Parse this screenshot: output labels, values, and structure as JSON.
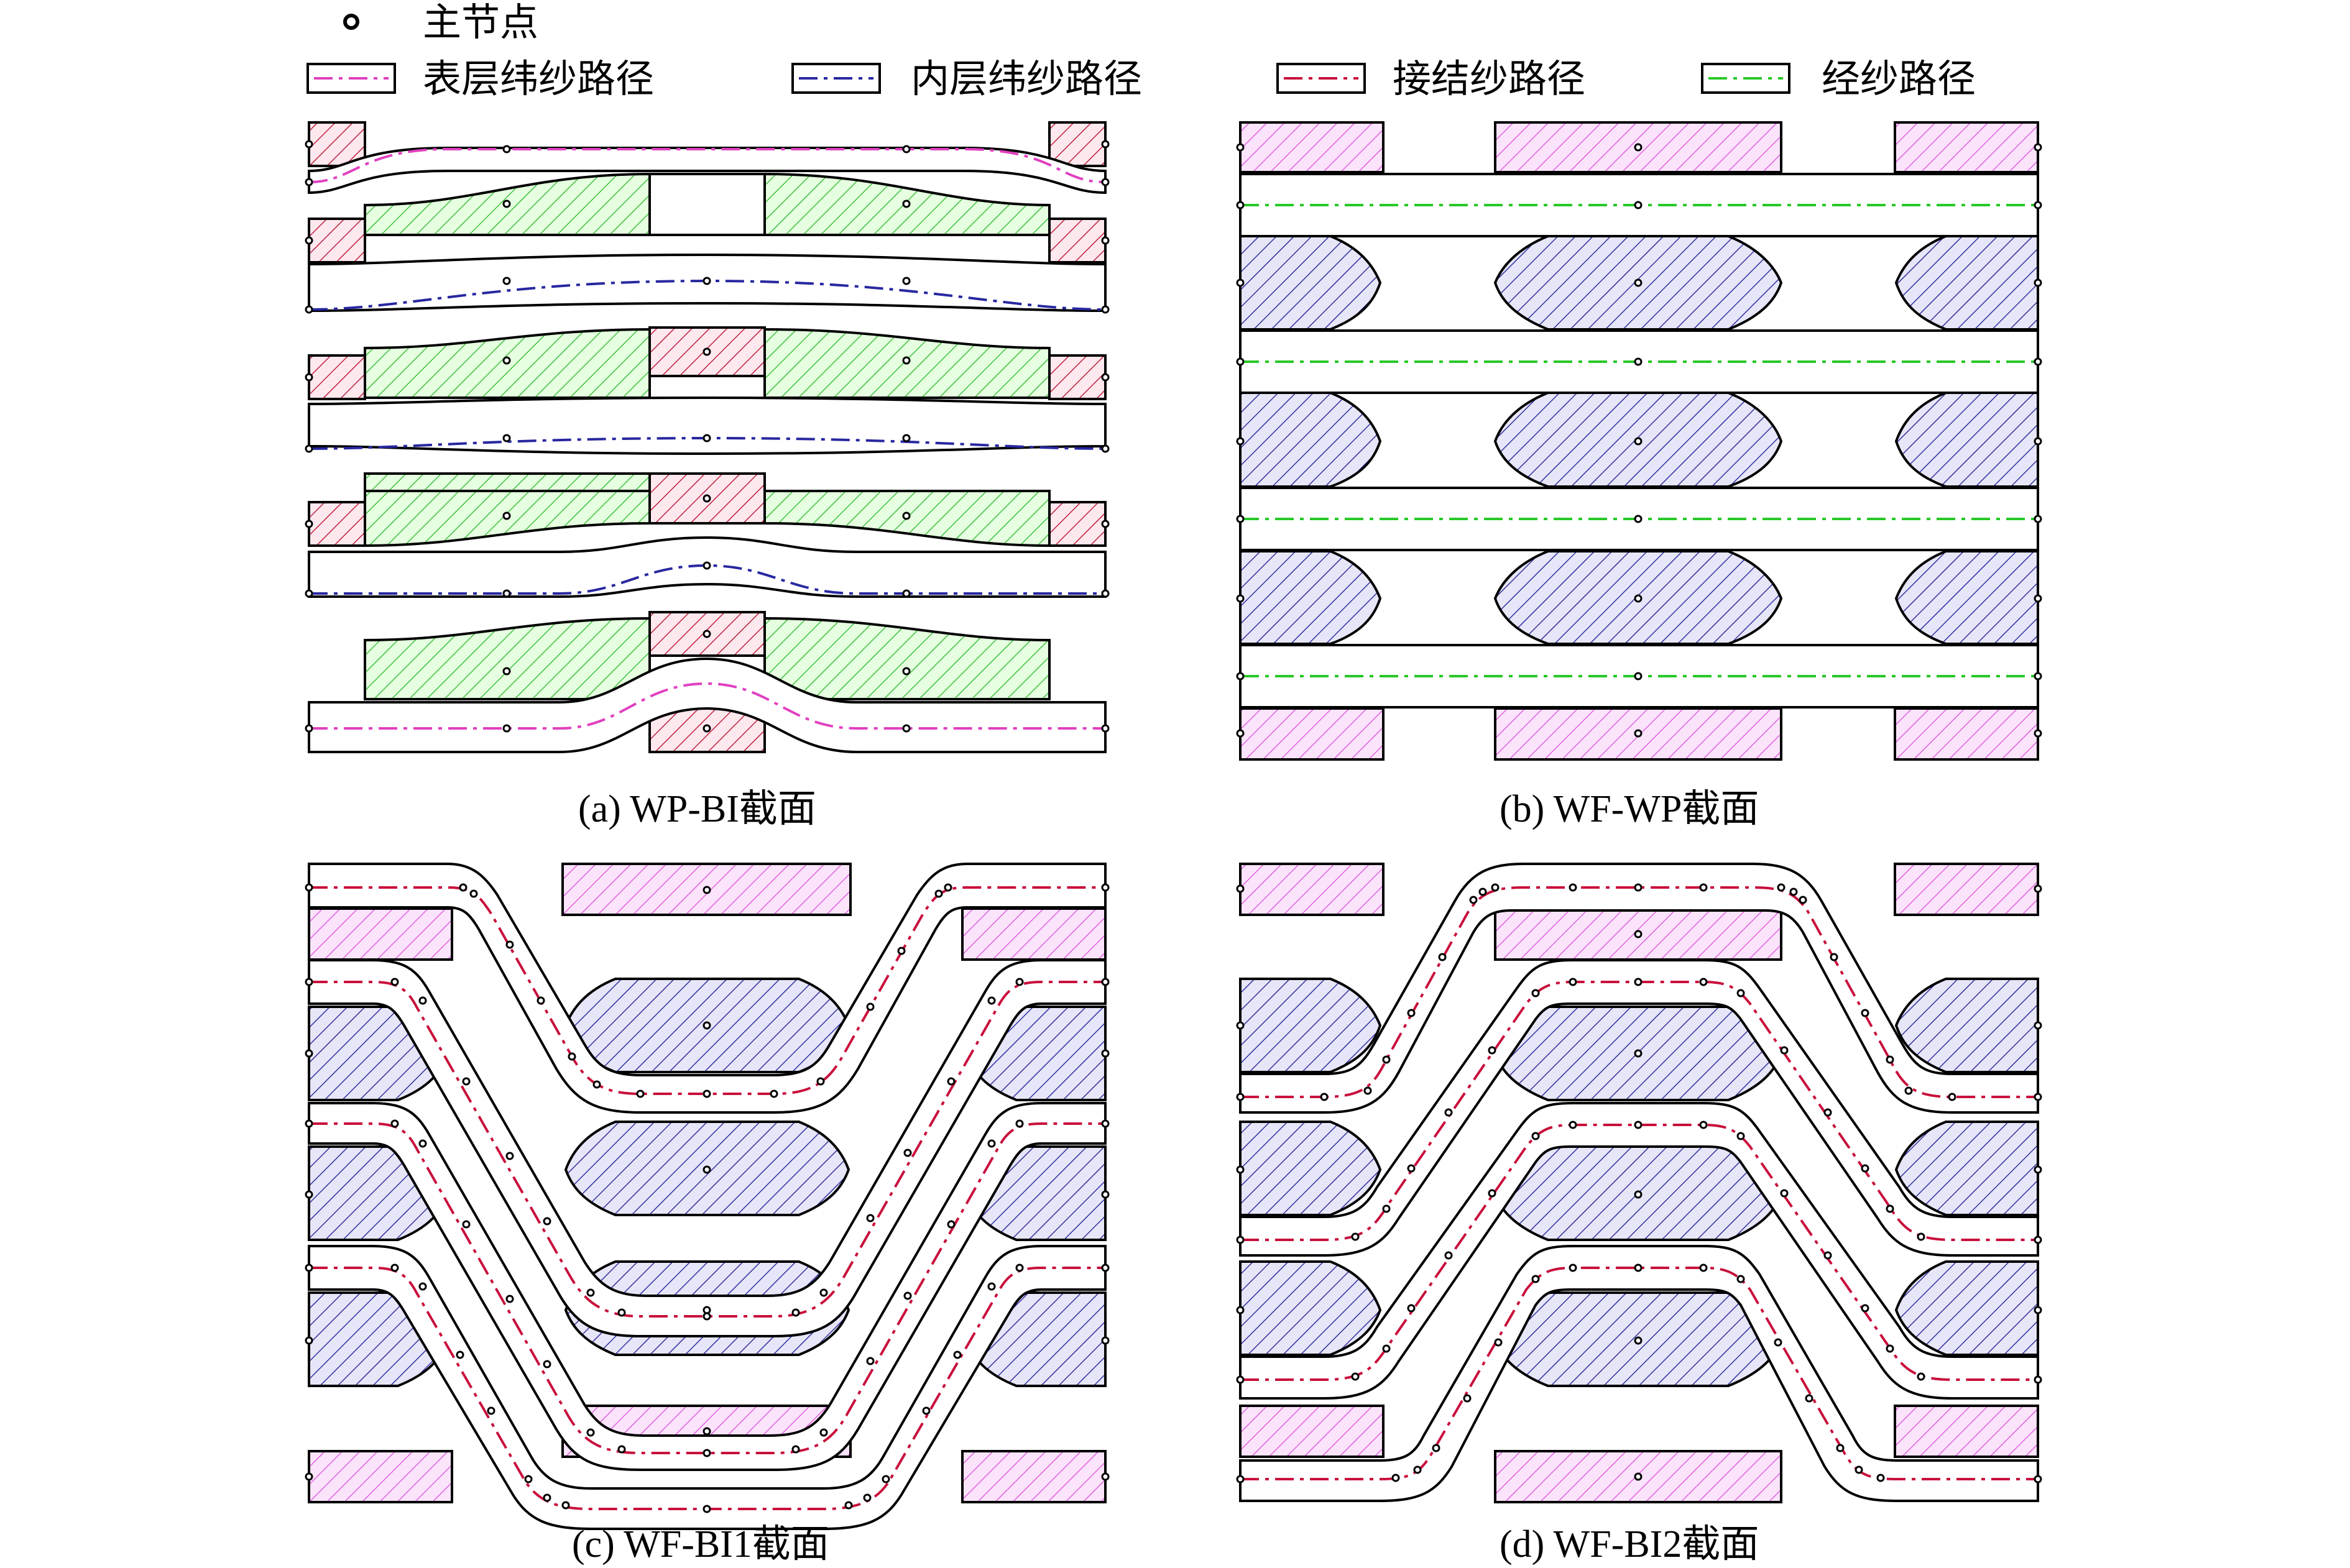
{
  "legend": {
    "node": "主节点",
    "surface_weft": "表层纬纱路径",
    "inner_weft": "内层纬纱路径",
    "binder": "接结纱路径",
    "warp": "经纱路径"
  },
  "colors": {
    "surface_weft": "#e040c0",
    "inner_weft": "#2828a0",
    "binder": "#c8103c",
    "warp": "#28c828",
    "red_hatch": "#c0203c",
    "green_hatch": "#40c040",
    "magenta_hatch": "#e060e0",
    "blue_hatch": "#3030a0"
  },
  "captions": {
    "a": "(a) WP-BI截面",
    "b": "(b) WF-WP截面",
    "c": "(c) WF-BI1截面",
    "d": "(d) WF-BI2截面"
  }
}
